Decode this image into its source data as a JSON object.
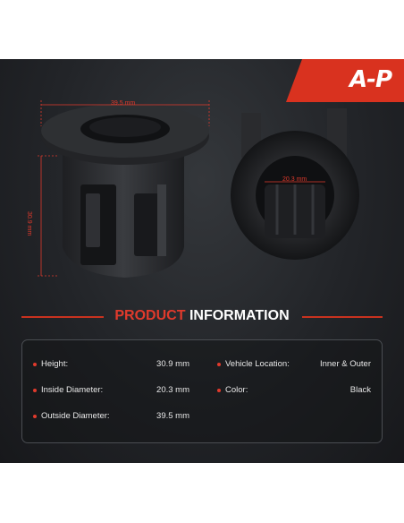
{
  "brand": {
    "logo_text": "A-P",
    "accent": "#e03a2c"
  },
  "product_image": {
    "width_label": "39.5 mm",
    "height_label": "30.9 mm",
    "inner_label": "20.3 mm"
  },
  "section_title": {
    "part1": "PRODUCT",
    "part2": "INFORMATION"
  },
  "specs_left": [
    {
      "label": "Height:",
      "value": "30.9 mm"
    },
    {
      "label": "Inside Diameter:",
      "value": "20.3 mm"
    },
    {
      "label": "Outside Diameter:",
      "value": "39.5 mm"
    }
  ],
  "specs_right": [
    {
      "label": "Vehicle Location:",
      "value": "Inner & Outer"
    },
    {
      "label": "Color:",
      "value": "Black"
    }
  ]
}
